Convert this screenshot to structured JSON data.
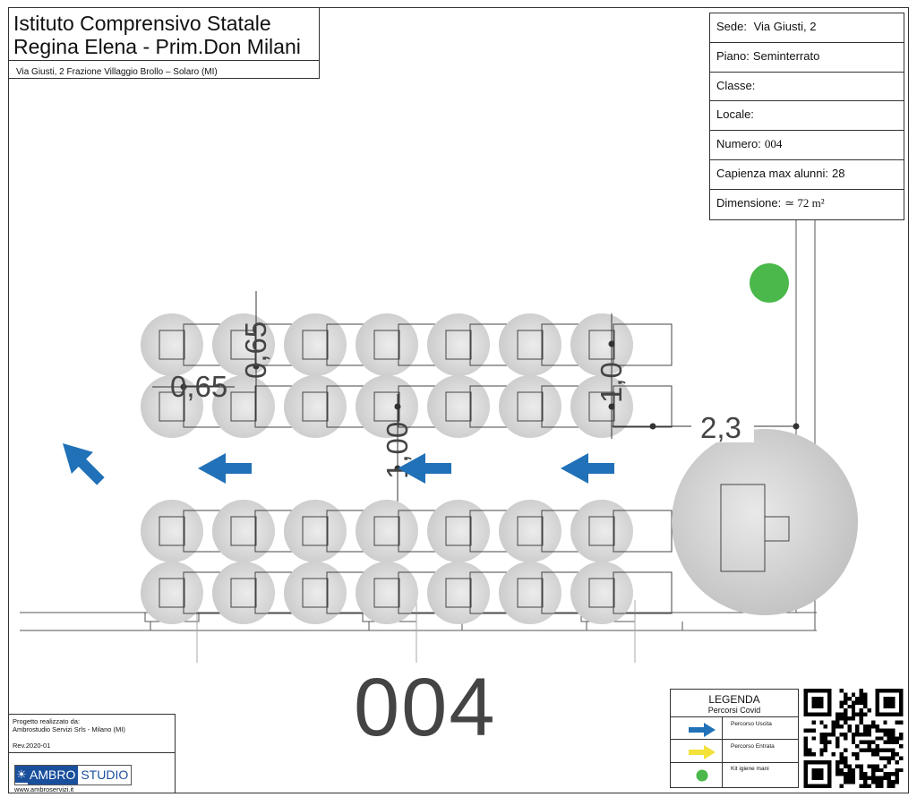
{
  "header": {
    "school_line1": "Istituto Comprensivo Statale",
    "school_line2": "Regina Elena - Prim.Don Milani",
    "address": "Via Giusti, 2 Frazione Villaggio Brollo – Solaro (MI)"
  },
  "info": {
    "sede_label": "Sede:",
    "sede_value": "Via Giusti, 2",
    "piano_label": "Piano:",
    "piano_value": "Seminterrato",
    "classe_label": "Classe:",
    "classe_value": "",
    "locale_label": "Locale:",
    "locale_value": "",
    "numero_label": "Numero:",
    "numero_value": "004",
    "capienza_label": "Capienza max alunni:",
    "capienza_value": "28",
    "dimensione_label": "Dimensione:",
    "dimensione_value": "≃ 72 m²"
  },
  "plan": {
    "room_number": "004",
    "dim_065_h": "0,65",
    "dim_065_v": "0,65",
    "dim_100": "1,00",
    "dim_10": "1,0",
    "dim_23": "2,3",
    "desk_rows": 4,
    "desks_per_row": 7,
    "arrow_color": "#2171b8",
    "kit_color": "#4ab84a"
  },
  "credits": {
    "line1": "Progetto realizzato da:",
    "line2": "Ambrostudio Servizi Srls - Milano (MI)",
    "rev": "Rev.2020-01",
    "logo_a": "AMBRO",
    "logo_b": "STUDIO",
    "url": "www.ambroservizi.it"
  },
  "legend": {
    "title": "LEGENDA",
    "subtitle": "Percorsi Covid",
    "exit_label": "Percorso Uscita",
    "entry_label": "Percorso Entrata",
    "kit_label": "Kit igiene mani",
    "exit_color": "#2171b8",
    "entry_color": "#f2e23a",
    "kit_color": "#4ab84a"
  }
}
